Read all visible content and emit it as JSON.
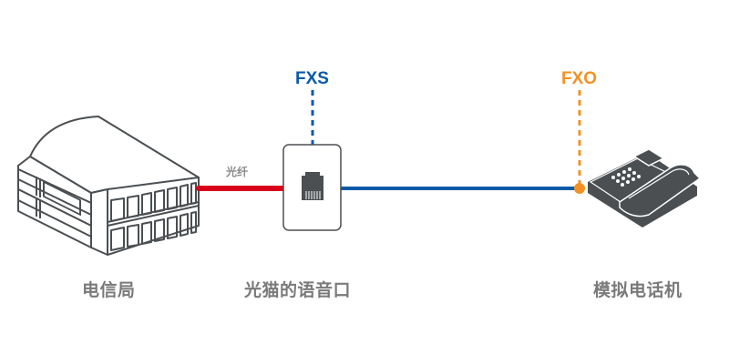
{
  "title": "FXS / FXO 连接示意图",
  "nodes": {
    "exchange": {
      "label": "电信局",
      "icon": "office-building-icon"
    },
    "modem_port": {
      "label": "光猫的语音口",
      "icon": "rj11-port-icon"
    },
    "phone": {
      "label": "模拟电话机",
      "icon": "desk-phone-icon"
    }
  },
  "links": {
    "fiber": {
      "label": "光纤",
      "color": "#d9001b"
    },
    "phone_line": {
      "label": "",
      "color": "#0a5aa8"
    }
  },
  "ports": {
    "fxs": {
      "label": "FXS",
      "color": "#0a5aa8"
    },
    "fxo": {
      "label": "FXO",
      "color": "#f39223"
    }
  },
  "colors": {
    "icon_dark": "#4b4f52",
    "label_gray": "#7a7a7a",
    "background": "#ffffff"
  }
}
